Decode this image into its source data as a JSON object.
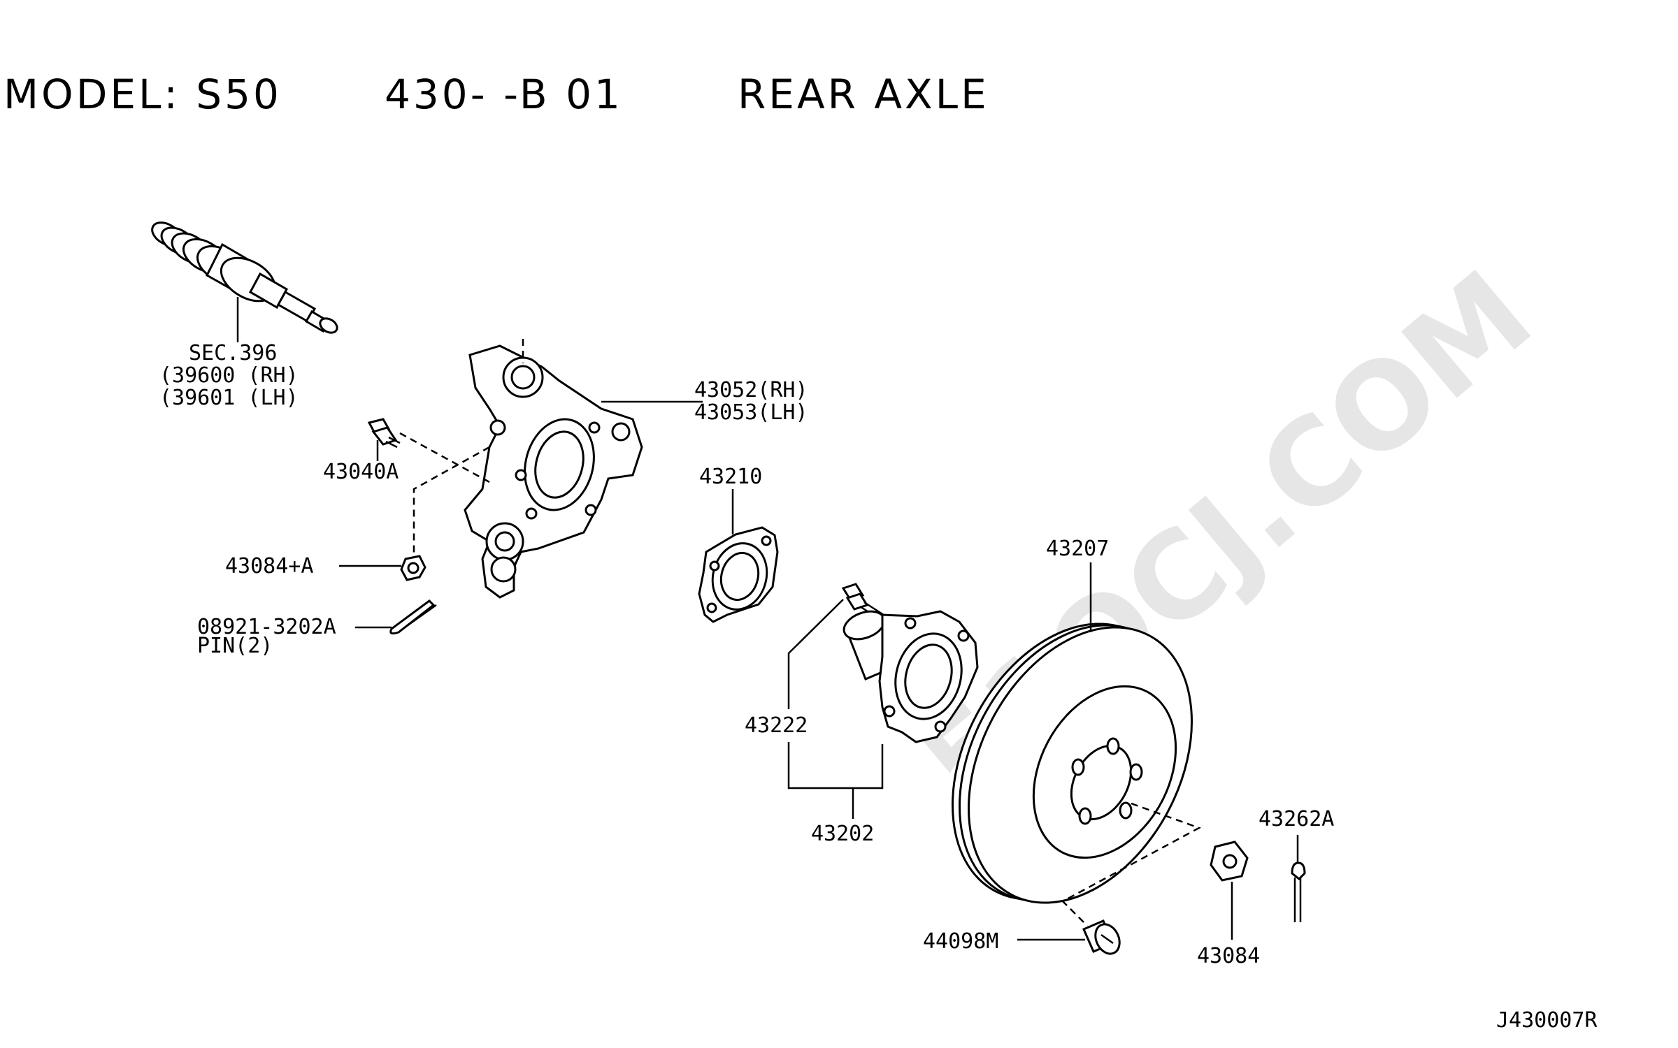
{
  "header": {
    "model": "MODEL: S50",
    "code": "430-  -B 01",
    "title": "REAR AXLE"
  },
  "labels": {
    "sec": "SEC.396",
    "sec_rh": "(39600 (RH)",
    "sec_lh": "(39601 (LH)",
    "knuckle_rh": "43052(RH)",
    "knuckle_lh": "43053(LH)",
    "bolt": "43040A",
    "bearing": "43210",
    "nut_a": "43084+A",
    "pin_part": "08921-3202A",
    "pin_qty": "PIN(2)",
    "rotor": "43207",
    "hub_bolt": "43222",
    "hub": "43202",
    "cotter": "43262A",
    "nut": "43084",
    "plug": "44098M"
  },
  "watermark": "51OCJ.COM",
  "figure_id": "J430007R"
}
